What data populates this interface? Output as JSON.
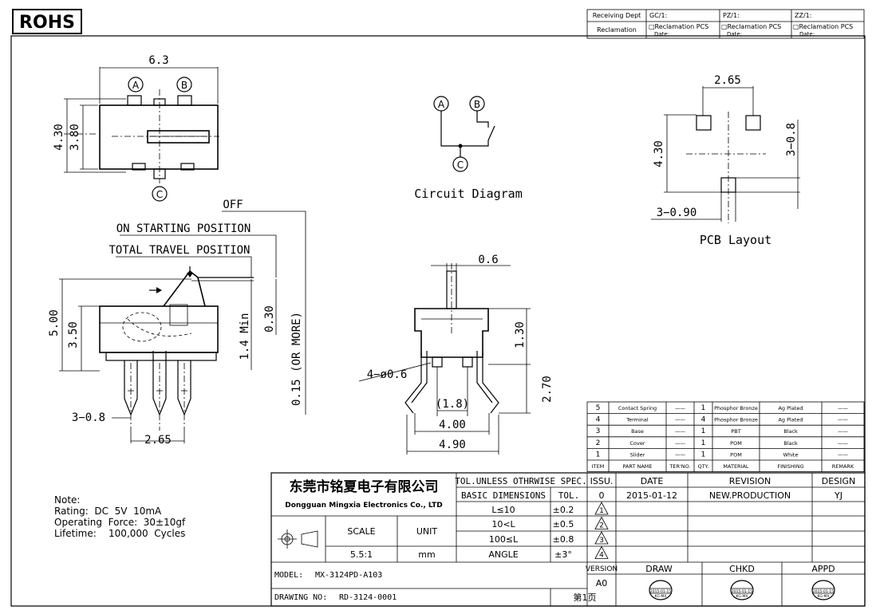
{
  "rohs": "ROHS",
  "receiving": {
    "dept_label": "Receiving Dept",
    "gc": "GC/1:",
    "pz": "PZ/1:",
    "zz": "ZZ/1:",
    "reclamation_label": "Reclamation",
    "reclamation_pcs": "□Reclamation  PCS",
    "date": "Date:"
  },
  "top_view": {
    "width": "6.3",
    "height_outer": "4.30",
    "height_inner": "3.80",
    "pin_a": "A",
    "pin_b": "B",
    "pin_c": "C"
  },
  "circuit": {
    "pin_a": "A",
    "pin_b": "B",
    "pin_c": "C",
    "title": "Circuit Diagram"
  },
  "pcb": {
    "pitch": "2.65",
    "height": "4.30",
    "pad": "3−0.8",
    "hole": "3−0.90",
    "title": "PCB Layout"
  },
  "side_view": {
    "off": "OFF",
    "on_start": "ON STARTING POSITION",
    "total_travel": "TOTAL TRAVEL POSITION",
    "h_total": "5.00",
    "h_body": "3.50",
    "travel_min": "1.4 Min",
    "off_travel": "0.30",
    "or_more": "0.15 (OR MORE)",
    "pins": "3−0.8",
    "pitch": "2.65"
  },
  "front_view": {
    "actuator": "0.6",
    "actuator_h": "1.30",
    "holes": "4−ø0.6",
    "inner": "(1.8)",
    "body_w": "4.00",
    "overall_w": "4.90",
    "leg_h": "2.70"
  },
  "note": {
    "title": "Note:",
    "rating": "Rating:  DC  5V  10mA",
    "force": "Operating  Force:  30±10gf",
    "lifetime": "Lifetime:    100,000  Cycles"
  },
  "bom": {
    "rows": [
      {
        "item": "5",
        "name": "Contact Spring",
        "ter": "——",
        "qty": "1",
        "material": "Phosphor Bronze",
        "finishing": "Ag Plated",
        "remark": "——"
      },
      {
        "item": "4",
        "name": "Terminal",
        "ter": "——",
        "qty": "4",
        "material": "Phosphor Bronze",
        "finishing": "Ag Plated",
        "remark": "——"
      },
      {
        "item": "3",
        "name": "Base",
        "ter": "——",
        "qty": "1",
        "material": "PBT",
        "finishing": "Black",
        "remark": "——"
      },
      {
        "item": "2",
        "name": "Cover",
        "ter": "——",
        "qty": "1",
        "material": "POM",
        "finishing": "Black",
        "remark": "——"
      },
      {
        "item": "1",
        "name": "Slider",
        "ter": "——",
        "qty": "1",
        "material": "POM",
        "finishing": "White",
        "remark": "——"
      }
    ],
    "headers": {
      "item": "ITEM",
      "name": "PART NAME",
      "ter": "TER'NO.",
      "qty": "QTY.",
      "material": "MATERIAL",
      "finishing": "FINISHING",
      "remark": "REMARK"
    }
  },
  "title_block": {
    "company_cn": "东莞市铭夏电子有限公司",
    "company_en": "Dongguan Mingxia Electronics Co., LTD",
    "tol_header": "TOL.UNLESS OTHRWISE SPEC.",
    "basic_dim": "BASIC DIMENSIONS",
    "tol": "TOL.",
    "tols": [
      {
        "range": "L≤10",
        "value": "±0.2"
      },
      {
        "range": "10<L",
        "value": "±0.5"
      },
      {
        "range": "100≤L",
        "value": "±0.8"
      },
      {
        "range": "ANGLE",
        "value": "±3°"
      }
    ],
    "scale_label": "SCALE",
    "unit_label": "UNIT",
    "scale": "5.5:1",
    "unit": "mm",
    "issu": "ISSU.",
    "date": "DATE",
    "revision": "REVISION",
    "design": "DESIGN",
    "rev0": {
      "issu": "0",
      "date": "2015-01-12",
      "revision": "NEW.PRODUCTION",
      "design": "YJ"
    },
    "rev_marks": [
      "1",
      "2",
      "3",
      "4"
    ],
    "model_label": "MODEL:",
    "model": "MX-3124PD-A103",
    "drawing_label": "DRAWING NO:",
    "drawing_no": "RD-3124-0001",
    "page": "第1页",
    "version_label": "VERSION",
    "version": "A0",
    "draw": "DRAW",
    "chkd": "CHKD",
    "appd": "APPD",
    "stamp_date": "2015-01-15",
    "stamp_dept": "KG-MX"
  }
}
